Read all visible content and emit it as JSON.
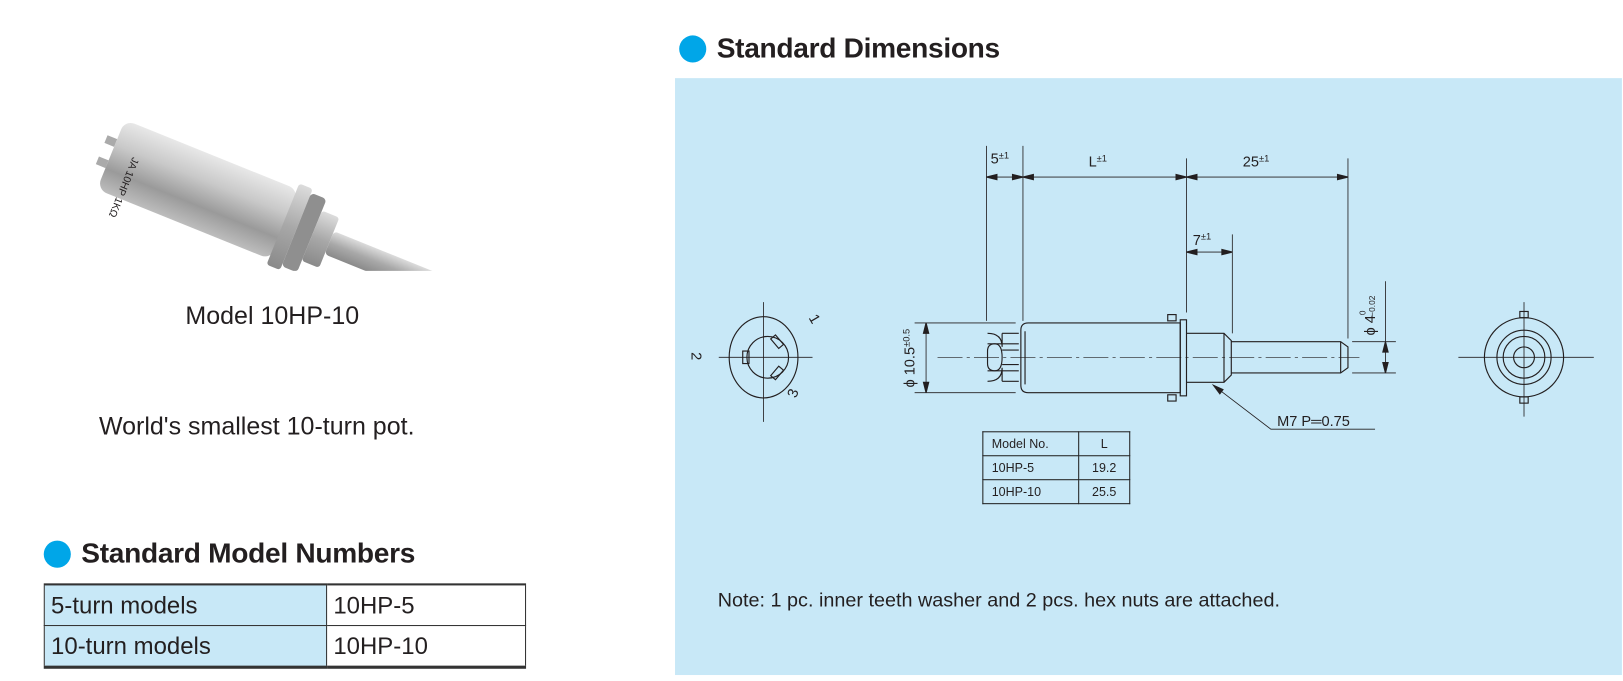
{
  "product": {
    "caption": "Model 10HP-10",
    "tagline": "World's smallest 10-turn pot."
  },
  "model_numbers": {
    "heading": "Standard Model Numbers",
    "rows": [
      {
        "label": "5-turn models",
        "value": "10HP-5"
      },
      {
        "label": "10-turn models",
        "value": "10HP-10"
      }
    ]
  },
  "dimensions": {
    "heading": "Standard Dimensions",
    "labels": {
      "d5": "5",
      "dL": "L",
      "d25": "25",
      "d7": "7",
      "tol": "±1",
      "phi105": "ϕ 10.5",
      "phi105_tol": "±0.5",
      "phi4": "ϕ 4",
      "phi4_upper": "0",
      "phi4_lower": "−0.02",
      "thread": "M7  P═0.75",
      "pin1": "1",
      "pin2": "2",
      "pin3": "3"
    },
    "table": {
      "headers": [
        "Model No.",
        "L"
      ],
      "rows": [
        [
          "10HP-5",
          "19.2"
        ],
        [
          "10HP-10",
          "25.5"
        ]
      ]
    },
    "note": "Note: 1 pc. inner teeth washer and 2 pcs. hex nuts are attached."
  },
  "colors": {
    "accent": "#00a6e8",
    "panel": "#c8e8f7"
  }
}
